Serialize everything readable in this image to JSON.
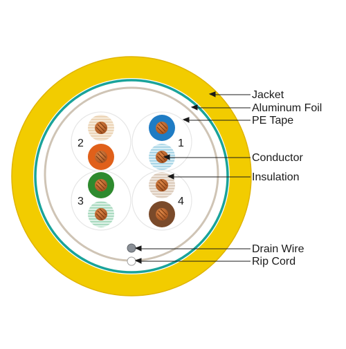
{
  "labels": {
    "jacket": "Jacket",
    "aluminum_foil": "Aluminum Foil",
    "pe_tape": "PE Tape",
    "conductor": "Conductor",
    "insulation": "Insulation",
    "drain_wire": "Drain Wire",
    "rip_cord": "Rip Cord"
  },
  "pair_numbers": {
    "pair1": "1",
    "pair2": "2",
    "pair3": "3",
    "pair4": "4"
  },
  "colors": {
    "jacket": "#f2cc00",
    "jacket_edge": "#e3b800",
    "foil": "#1aa39a",
    "pe_tape": "#cfc4b5",
    "copper": "#c8692d",
    "copper_dark": "#8a4418",
    "blue": "#1f7cc4",
    "orange": "#e0601a",
    "green": "#2e8a2e",
    "brown": "#7a4a2a",
    "white_blue": "#c9e6f0",
    "white_orange": "#f3e2cf",
    "white_green": "#cdebdc",
    "white_brown": "#e9ddd2"
  }
}
